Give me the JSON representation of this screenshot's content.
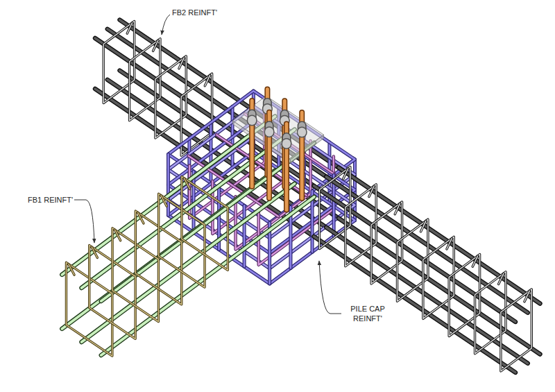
{
  "diagram": {
    "labels": [
      "FB2 REINFT'",
      "FB1 REINFT'",
      "PILE CAP REINFT'"
    ]
  }
}
